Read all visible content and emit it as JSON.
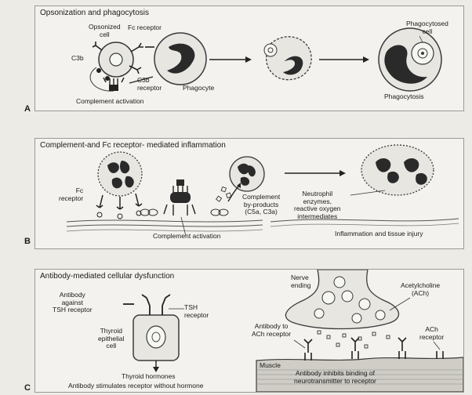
{
  "panel_a": {
    "letter": "A",
    "title": "Opsonization and phagocytosis",
    "labels": {
      "opsonized_cell": "Opsonized\ncell",
      "fc_receptor": "Fc receptor",
      "c3b": "C3b",
      "c3b_receptor": "C3b\nreceptor",
      "phagocyte": "Phagocyte",
      "complement_activation": "Complement activation",
      "phagocytosed_cell": "Phagocytosed\ncell",
      "phagocytosis": "Phagocytosis"
    }
  },
  "panel_b": {
    "letter": "B",
    "title": "Complement-and Fc receptor- mediated inflammation",
    "labels": {
      "fc_receptor": "Fc\nreceptor",
      "complement_activation": "Complement activation",
      "complement_byproducts": "Complement\nby-products\n(C5a, C3a)",
      "neutrophil_enzymes": "Neutrophil\nenzymes,\nreactive oxygen\nintermediates",
      "inflammation": "Inflammation and tissue injury"
    }
  },
  "panel_c": {
    "letter": "C",
    "title": "Antibody-mediated cellular dysfunction",
    "labels": {
      "antibody_tsh": "Antibody\nagainst\nTSH receptor",
      "tsh_receptor": "TSH\nreceptor",
      "thyroid_cell": "Thyroid\nepithelial\ncell",
      "thyroid_hormones": "Thyroid hormones",
      "stimulates": "Antibody stimulates receptor without hormone",
      "nerve_ending": "Nerve\nending",
      "acetylcholine": "Acetylcholine\n(ACh)",
      "antibody_ach": "Antibody to\nACh receptor",
      "ach_receptor": "ACh\nreceptor",
      "muscle": "Muscle",
      "inhibits": "Antibody inhibits binding of\nneurotransmitter to receptor"
    }
  },
  "colors": {
    "nucleus": "#2a2a2a",
    "cell_fill": "#e7e6e1",
    "outline": "#3a3a3a",
    "muscle": "#cfcdc6"
  }
}
